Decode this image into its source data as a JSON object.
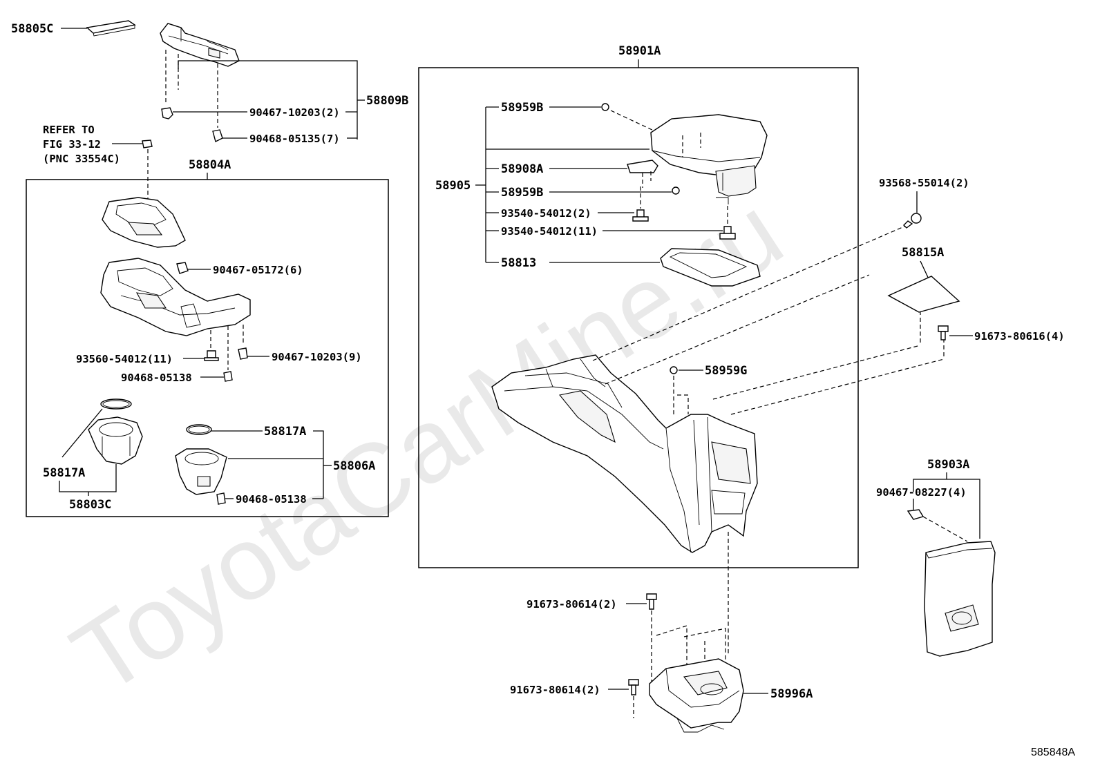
{
  "watermark": "ToyotaCarMine.ru",
  "figure_code": "585848A",
  "refer_note": [
    "REFER TO",
    "FIG 33-12",
    "(PNC 33554C)"
  ],
  "labels": {
    "p58805C": "58805C",
    "p58809B": "58809B",
    "p90467_10203_2": "90467-10203(2)",
    "p90468_05135_7": "90468-05135(7)",
    "p58804A": "58804A",
    "p90467_05172_6": "90467-05172(6)",
    "p93560_54012_11": "93560-54012(11)",
    "p90467_10203_9": "90467-10203(9)",
    "p90468_05138_a": "90468-05138",
    "p58817A_right": "58817A",
    "p58806A": "58806A",
    "p90468_05138_b": "90468-05138",
    "p58817A_left": "58817A",
    "p58803C": "58803C",
    "p58901A": "58901A",
    "p58959B_top": "58959B",
    "p58905": "58905",
    "p58908A": "58908A",
    "p58959B_mid": "58959B",
    "p93540_54012_2": "93540-54012(2)",
    "p93540_54012_11": "93540-54012(11)",
    "p58813": "58813",
    "p58959G": "58959G",
    "p93568_55014_2": "93568-55014(2)",
    "p58815A": "58815A",
    "p91673_80616_4": "91673-80616(4)",
    "p58903A": "58903A",
    "p90467_08227_4": "90467-08227(4)",
    "p91673_80614_2_top": "91673-80614(2)",
    "p91673_80614_2_bot": "91673-80614(2)",
    "p58996A": "58996A"
  }
}
